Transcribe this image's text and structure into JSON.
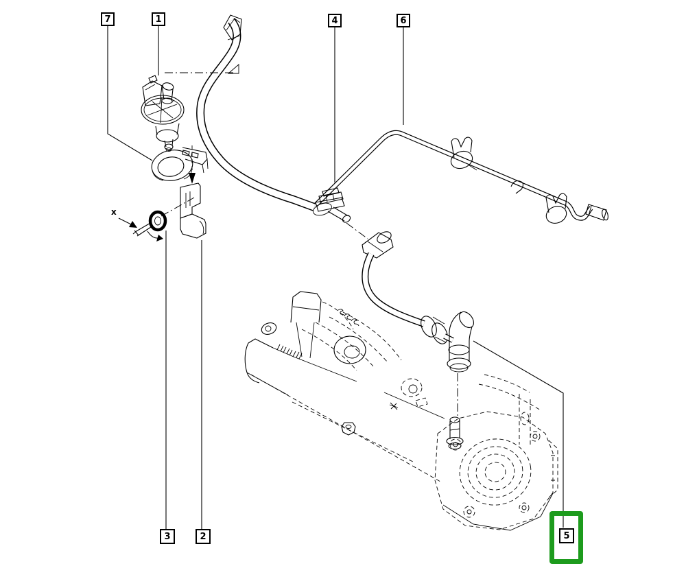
{
  "diagram": {
    "background": "#ffffff",
    "line_color": "#000000",
    "highlight_color": "#1d9b1d",
    "marker_x": "x",
    "callouts": {
      "c7": {
        "label": "7"
      },
      "c1": {
        "label": "1"
      },
      "c4": {
        "label": "4"
      },
      "c6": {
        "label": "6"
      },
      "c3": {
        "label": "3"
      },
      "c2": {
        "label": "2"
      },
      "c5": {
        "label": "5",
        "highlighted": true
      }
    }
  }
}
